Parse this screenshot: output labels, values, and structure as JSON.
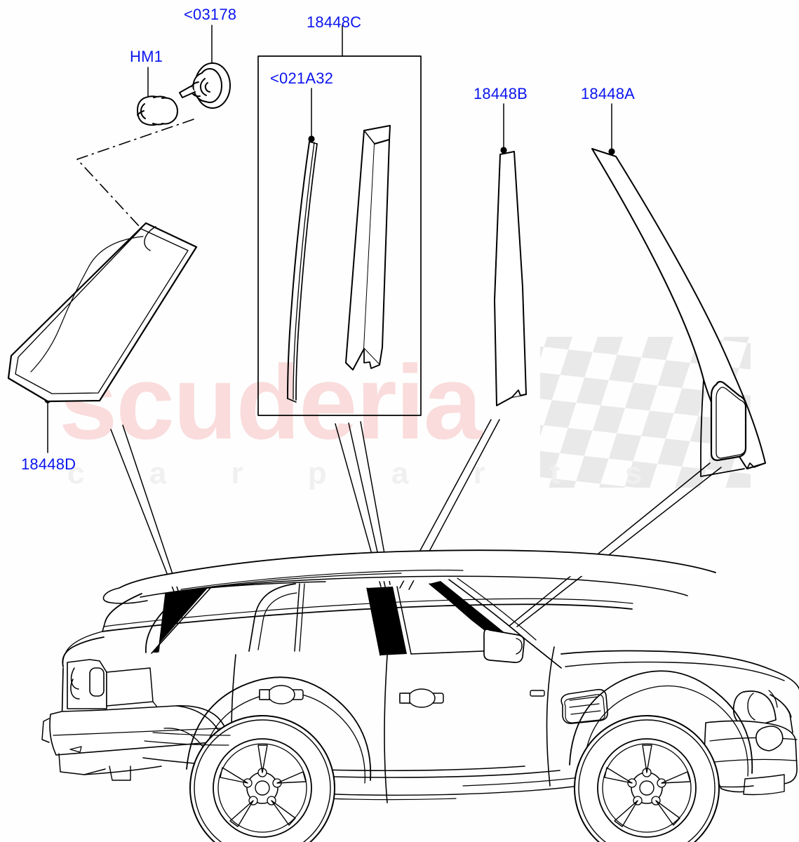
{
  "diagram": {
    "title": "Land Rover exterior pillar trim finisher exploded parts diagram",
    "label_color": "#0b16ee",
    "line_color": "#000000",
    "fill_color": "#ffffff",
    "pillar_fill_color": "#000000"
  },
  "labels": {
    "hm1": "HM1",
    "clip_03178": "<03178",
    "group_18448C": "18448C",
    "strip_021A32": "<021A32",
    "pillar_18448B": "18448B",
    "pillar_18448A": "18448A",
    "quarter_18448D": "18448D"
  },
  "parts": [
    {
      "ref": "HM1",
      "name": "retainer-grommet"
    },
    {
      "ref": "<03178",
      "name": "push-clip-fastener"
    },
    {
      "ref": "18448C",
      "name": "b-pillar-finisher-group"
    },
    {
      "ref": "<021A32",
      "name": "pillar-seal-strip"
    },
    {
      "ref": "18448B",
      "name": "b-pillar-applique"
    },
    {
      "ref": "18448A",
      "name": "a-pillar-applique"
    },
    {
      "ref": "18448D",
      "name": "rear-quarter-finisher"
    }
  ],
  "watermark": {
    "brand": "scuderia",
    "tagline": "c a r  p a r t s",
    "brand_color": "#fadcdc",
    "tagline_color": "#f0f0f0",
    "flag_color": "#e9e9e9"
  },
  "vehicle": {
    "name": "range-rover-sport-side-profile",
    "view": "left side elevation"
  }
}
